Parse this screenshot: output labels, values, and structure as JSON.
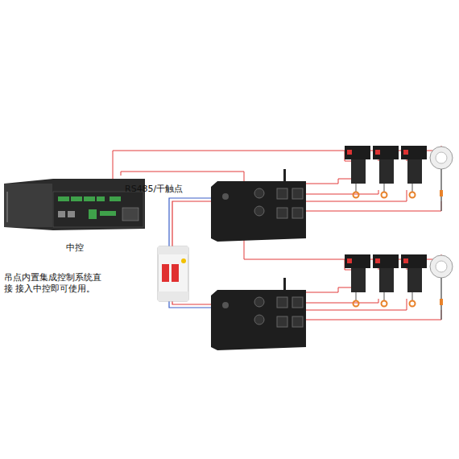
{
  "diagram": {
    "nodes": [
      {
        "text": [
          "中控"
        ]
      }
    ],
    "labels": [
      "RS485/干触点",
      "吊点内置集成控制系统直接 接入中控即可使用。"
    ]
  }
}
